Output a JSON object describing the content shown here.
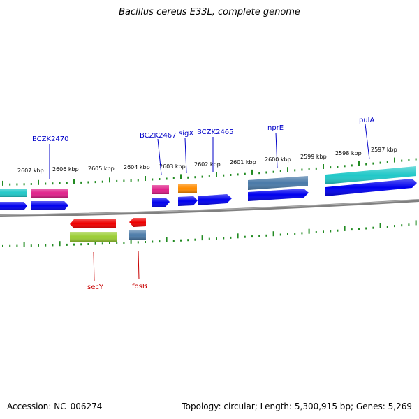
{
  "title": "Bacillus cereus E33L, complete genome",
  "footer": {
    "accession": "Accession: NC_006274",
    "summary": "Topology: circular; Length: 5,300,915 bp; Genes: 5,269"
  },
  "colors": {
    "backbone": "#808080",
    "tick": "#228b22",
    "forward_label": "#0000c8",
    "reverse_label": "#c80000"
  },
  "ticks": [
    "2607 kbp",
    "2606 kbp",
    "2605 kbp",
    "2604 kbp",
    "2603 kbp",
    "2602 kbp",
    "2601 kbp",
    "2600 kbp",
    "2599 kbp",
    "2598 kbp",
    "2597 kbp"
  ],
  "labels": {
    "forward": [
      "BCZK2470",
      "BCZK2467",
      "sigX",
      "BCZK2465",
      "nprE",
      "pulA"
    ],
    "reverse": [
      "secY",
      "fosB"
    ]
  },
  "features": {
    "forward_cogs": [
      {
        "gene": "",
        "color": "#20c8c8"
      },
      {
        "gene": "BCZK2470",
        "color": "#e0208a"
      },
      {
        "gene": "BCZK2467",
        "color": "#e0208a"
      },
      {
        "gene": "sigX",
        "color": "#ff8c00"
      },
      {
        "gene": "nprE",
        "color": "#4a7aa8"
      },
      {
        "gene": "pulA",
        "color": "#20c8c8"
      }
    ],
    "forward_cds_color": "#0000ee",
    "reverse_cogs": [
      {
        "gene": "secY",
        "color": "#9acd32"
      },
      {
        "gene": "fosB",
        "color": "#4a7aa8"
      }
    ],
    "reverse_cds_color": "#ee0000"
  }
}
